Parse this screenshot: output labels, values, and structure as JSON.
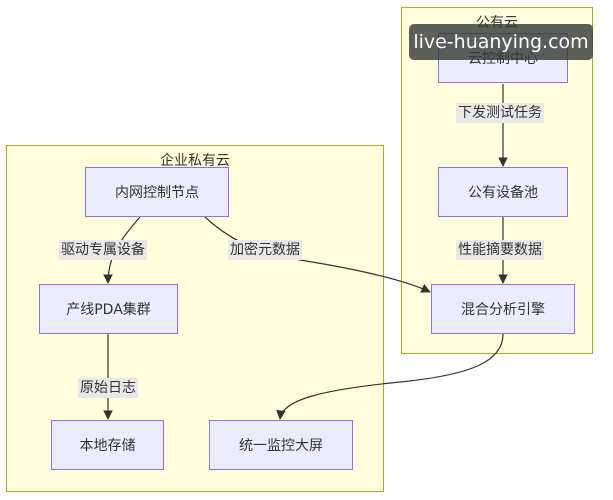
{
  "clusters": {
    "public_cloud": {
      "title": "公有云"
    },
    "private_cloud": {
      "title": "企业私有云"
    }
  },
  "nodes": {
    "cloud_console": "云控制中心",
    "public_device_pool": "公有设备池",
    "hybrid_engine": "混合分析引擎",
    "intranet_control": "内网控制节点",
    "pda_cluster": "产线PDA集群",
    "local_storage": "本地存储",
    "dashboard": "统一监控大屏"
  },
  "edges": {
    "dispatch_tasks": "下发测试任务",
    "perf_summary": "性能摘要数据",
    "drive_devices": "驱动专属设备",
    "encrypt_meta": "加密元数据",
    "raw_logs": "原始日志"
  },
  "watermark": "live-huanying.com",
  "colors": {
    "cluster_fill": "#ffffde",
    "cluster_border": "#aaaa33",
    "node_fill": "#ececff",
    "node_border": "#9370db",
    "edge": "#333333"
  }
}
